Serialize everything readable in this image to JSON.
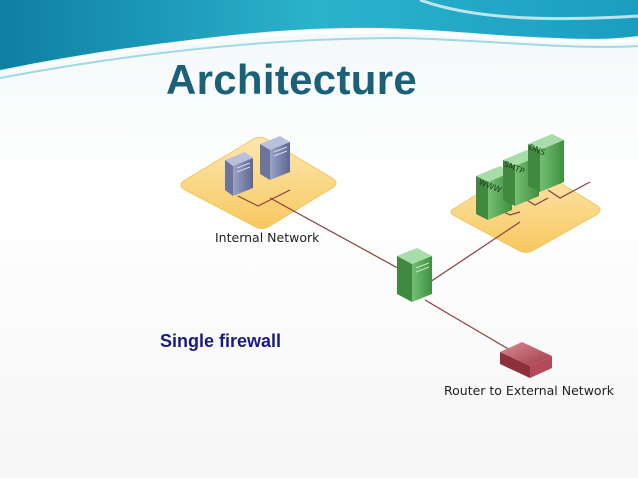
{
  "slide": {
    "title": "Architecture",
    "subtitle": "Single firewall"
  },
  "diagram": {
    "internal_network_label": "Internal Network",
    "router_label": "Router to External Network",
    "server_labels": {
      "www": "WWW",
      "smtp": "SMTP",
      "dns": "DNS"
    }
  },
  "colors": {
    "title": "#1a6177",
    "subtitle": "#1a1a80",
    "zone_fill": "#fbd98a",
    "server_green": "#5fae5f",
    "router_red": "#b84a58",
    "workstation_blue": "#7c87b0",
    "link_line": "#8b3f3f",
    "wave_teal": "#1d9fb7"
  }
}
